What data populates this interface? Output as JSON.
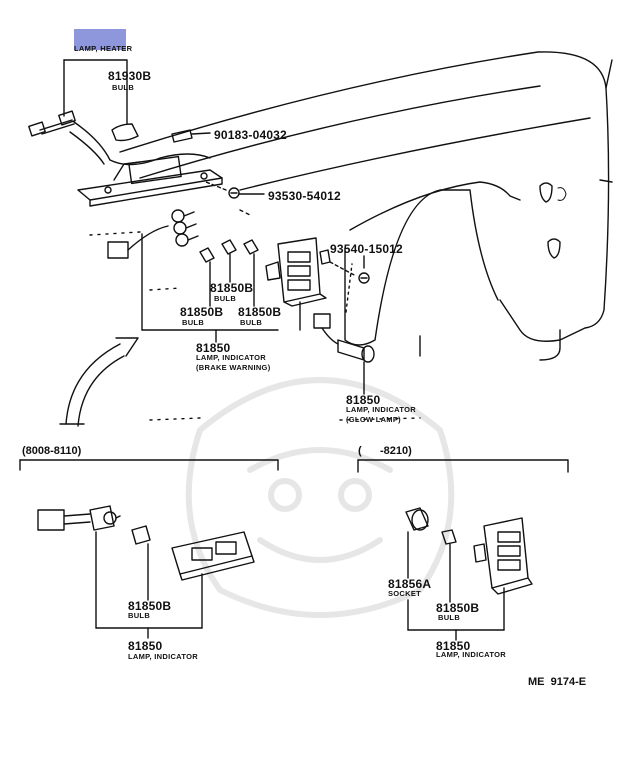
{
  "labels": {
    "heater_name": "LAMP, HEATER",
    "p81930b": "81930B",
    "bulb_1": "BULB",
    "p90183": "90183-04032",
    "p93530": "93530-54012",
    "p93540": "93540-15012",
    "p81850b_top": "81850B",
    "bulb_top": "BULB",
    "p81850b_left": "81850B",
    "bulb_left": "BULB",
    "p81850b_right": "81850B",
    "bulb_right": "BULB",
    "p81850_brake": "81850",
    "brake_name": "LAMP, INDICATOR",
    "brake_sub": "(BRAKE WARNING)",
    "p81850_glow": "81850",
    "glow_name": "LAMP, INDICATOR",
    "glow_sub": "(GLOW LAMP)",
    "range_left": "(8008-8110)",
    "range_right": "(      -8210)",
    "p81850b_bl": "81850B",
    "bulb_bl": "BULB",
    "p81850_bl": "81850",
    "lamp_bl": "LAMP, INDICATOR",
    "p81856a": "81856A",
    "socket": "SOCKET",
    "p81850b_br": "81850B",
    "bulb_br": "BULB",
    "p81850_br": "81850",
    "lamp_br": "LAMP, INDICATOR",
    "ref": "ME  9174-E"
  }
}
